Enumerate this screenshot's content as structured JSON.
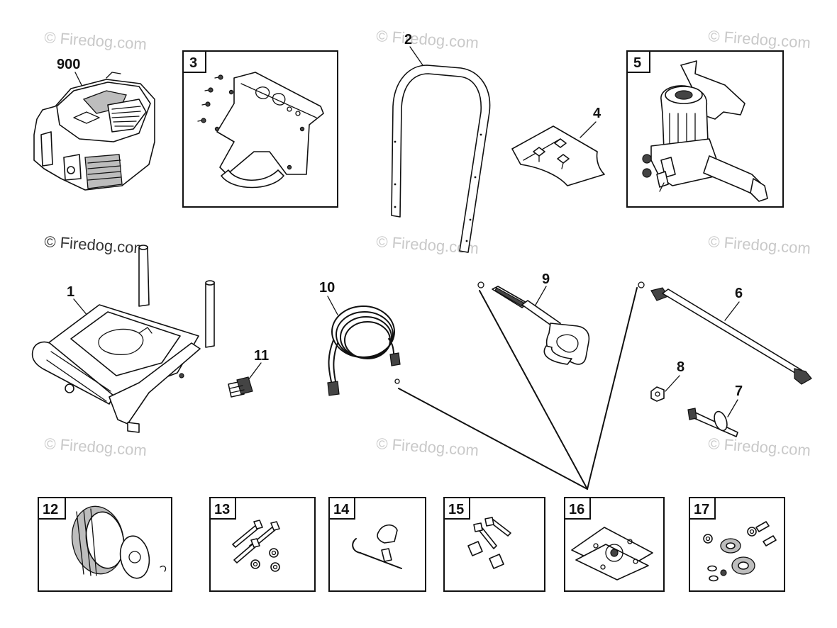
{
  "watermark": "© Firedog.com",
  "parts": {
    "p900": "900",
    "p1": "1",
    "p2": "2",
    "p3": "3",
    "p4": "4",
    "p5": "5",
    "p6": "6",
    "p7": "7",
    "p8": "8",
    "p9": "9",
    "p10": "10",
    "p11": "11",
    "p12": "12",
    "p13": "13",
    "p14": "14",
    "p15": "15",
    "p16": "16",
    "p17": "17"
  }
}
